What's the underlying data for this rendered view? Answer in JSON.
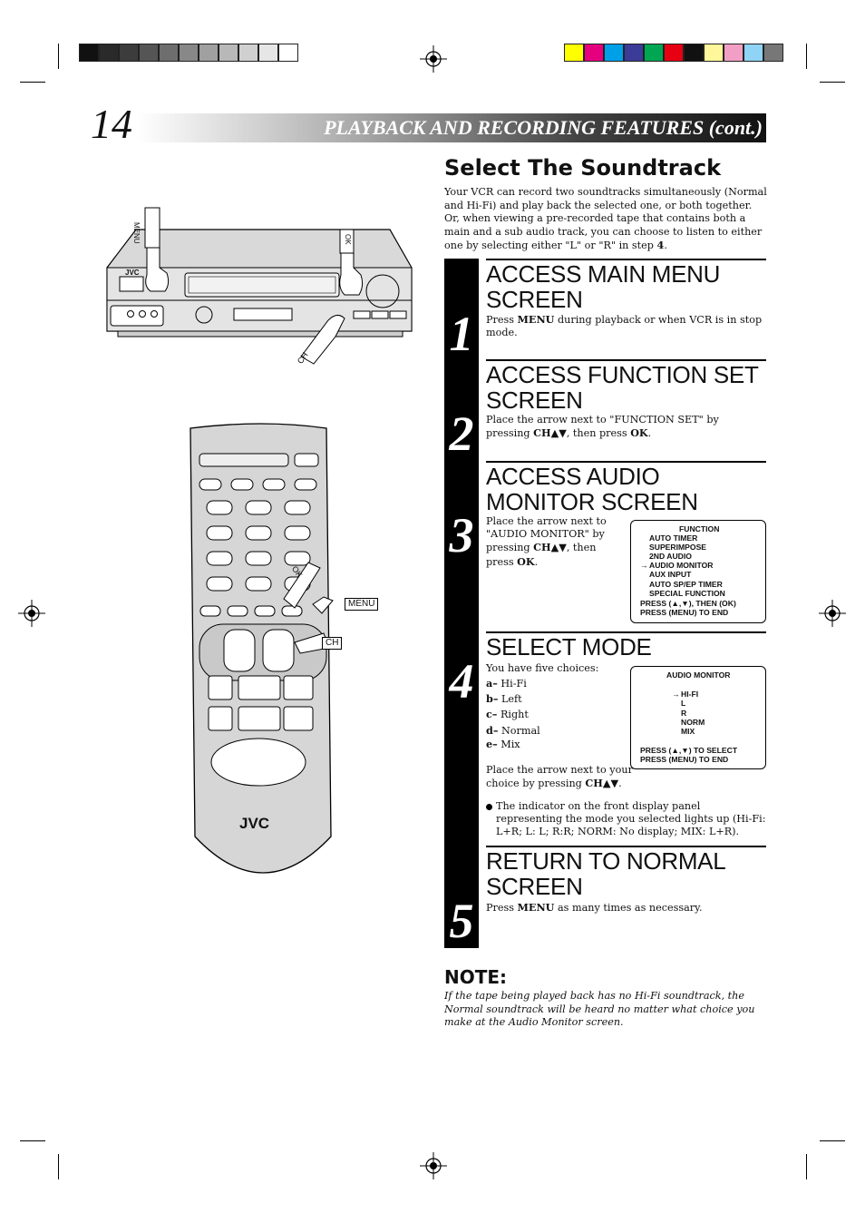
{
  "colors": {
    "gray_swatches": [
      "#111111",
      "#2a2a2a",
      "#3c3c3c",
      "#555555",
      "#6e6e6e",
      "#888888",
      "#a0a0a0",
      "#b8b8b8",
      "#d0d0d0",
      "#e6e6e6",
      "#ffffff"
    ],
    "color_swatches": [
      "#ffff00",
      "#e6007e",
      "#00a0e9",
      "#3b3b98",
      "#00a651",
      "#e60012",
      "#111111",
      "#fff799",
      "#f29fc5",
      "#8fd3f5",
      "#777777"
    ]
  },
  "header": {
    "page_number": "14",
    "title": "PLAYBACK AND RECORDING FEATURES (cont.)"
  },
  "section": {
    "title": "Select The Soundtrack",
    "intro_a": "Your VCR can record two soundtracks simultaneously (Normal and Hi-Fi) and play back the selected one, or both together. Or, when viewing a pre-recorded tape that contains both a main and a sub audio track, you can choose to listen to either one by selecting either \"L\" or \"R\" in step ",
    "intro_b": "4",
    "intro_c": "."
  },
  "steps": [
    {
      "num": "1",
      "title": "ACCESS MAIN MENU SCREEN",
      "t1": "Press ",
      "b1": "MENU",
      "t2": " during playback or when VCR is in stop mode."
    },
    {
      "num": "2",
      "title": "ACCESS FUNCTION SET SCREEN",
      "t1": "Place the arrow next to \"FUNCTION SET\" by pressing ",
      "b1": "CH▲▼",
      "t2": ", then press ",
      "b2": "OK",
      "t3": "."
    },
    {
      "num": "3",
      "title": "ACCESS AUDIO MONITOR SCREEN",
      "t1": "Place the arrow next to \"AUDIO MONITOR\" by pressing ",
      "b1": "CH▲▼",
      "t2": ", then press ",
      "b2": "OK",
      "t3": "."
    },
    {
      "num": "4",
      "title": "SELECT MODE",
      "intro": "You have five choices:",
      "choices": [
        {
          "key": "a–",
          "label": " Hi-Fi"
        },
        {
          "key": "b–",
          "label": " Left"
        },
        {
          "key": "c–",
          "label": " Right"
        },
        {
          "key": "d–",
          "label": " Normal"
        },
        {
          "key": "e–",
          "label": " Mix"
        }
      ],
      "t1": "Place the arrow next to your choice by pressing ",
      "b1": "CH▲▼",
      "t2": ".",
      "bullet": "The indicator on the front display panel representing the mode you selected lights up (Hi-Fi: L+R; L: L; R:R; NORM: No display; MIX: L+R)."
    },
    {
      "num": "5",
      "title": "RETURN TO NORMAL SCREEN",
      "t1": "Press ",
      "b1": "MENU",
      "t2": " as many times as necessary."
    }
  ],
  "osd_function": {
    "title": "FUNCTION",
    "items": [
      "AUTO TIMER",
      "SUPERIMPOSE",
      "2ND AUDIO",
      "AUDIO MONITOR",
      "AUX INPUT",
      "AUTO SP/EP TIMER",
      "SPECIAL FUNCTION"
    ],
    "arrow": "→",
    "footer": [
      "PRESS (▲,▼), THEN (OK)",
      "PRESS (MENU) TO END"
    ]
  },
  "osd_audio": {
    "title": "AUDIO MONITOR",
    "items": [
      "HI-FI",
      "L",
      "R",
      "NORM",
      "MIX"
    ],
    "arrow": "→",
    "footer": [
      "PRESS (▲,▼) TO SELECT",
      "PRESS (MENU) TO END"
    ]
  },
  "note": {
    "title": "NOTE:",
    "text": "If the tape being played back has no Hi-Fi soundtrack, the Normal soundtrack will be heard no matter what choice you make at the Audio Monitor screen."
  },
  "illustration": {
    "vcr_brand": "JVC",
    "remote_brand": "JVC",
    "callout_menu_vcr": "MENU",
    "callout_ok_vcr": "OK",
    "callout_ch_vcr": "CH",
    "callout_ok_remote": "OK",
    "callout_menu_remote": "MENU",
    "callout_ch_remote": "CH"
  }
}
